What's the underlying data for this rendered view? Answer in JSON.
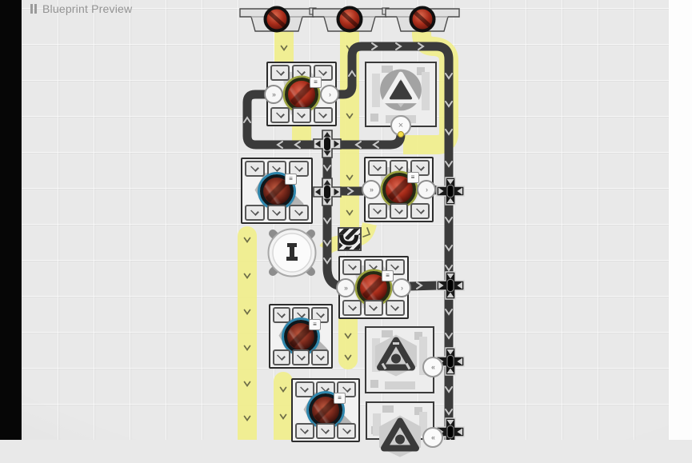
{
  "header": {
    "title": "Blueprint Preview",
    "icon": "double-bar-icon"
  },
  "palette": {
    "bg_grid": "#e9e9e9",
    "yellow": "#f0ee8c",
    "yellow_arrow": "#6e6e48",
    "belt": "#3b3b3b",
    "belt_arrow": "#c8c8c8",
    "ring_smelter": "#9aa23c",
    "ring_analyzer": "#2e86ad",
    "port_dot": "#f4df4a"
  },
  "icons": {
    "list_badge": "≡",
    "port_in": "››",
    "port_out": "›",
    "close_port": "×",
    "storage_in_port": "‹‹"
  },
  "blueprint": {
    "input_hoppers": [
      {
        "item": "red-ore"
      },
      {
        "item": "red-ore"
      },
      {
        "item": "red-ore"
      }
    ],
    "machines": [
      {
        "id": "smelter-1",
        "type": "smelter",
        "item": "red-ore"
      },
      {
        "id": "analyzer-1",
        "type": "analyzer",
        "item": "dark-crystal"
      },
      {
        "id": "smelter-2",
        "type": "smelter",
        "item": "red-ore"
      },
      {
        "id": "smelter-3",
        "type": "smelter",
        "item": "red-gem"
      },
      {
        "id": "analyzer-2",
        "type": "analyzer",
        "item": "dark-crystal"
      },
      {
        "id": "analyzer-3",
        "type": "analyzer",
        "item": "dark-crystal"
      }
    ],
    "storages": [
      {
        "icon": "triangle-delta"
      },
      {
        "icon": "triangle-knot"
      },
      {
        "icon": "triangle-knot"
      }
    ],
    "poi": {
      "icon": "tower-pedestal"
    },
    "splitters": {
      "gray": 2,
      "black": 4
    },
    "crossing": {
      "icon": "belt-underpass"
    }
  }
}
